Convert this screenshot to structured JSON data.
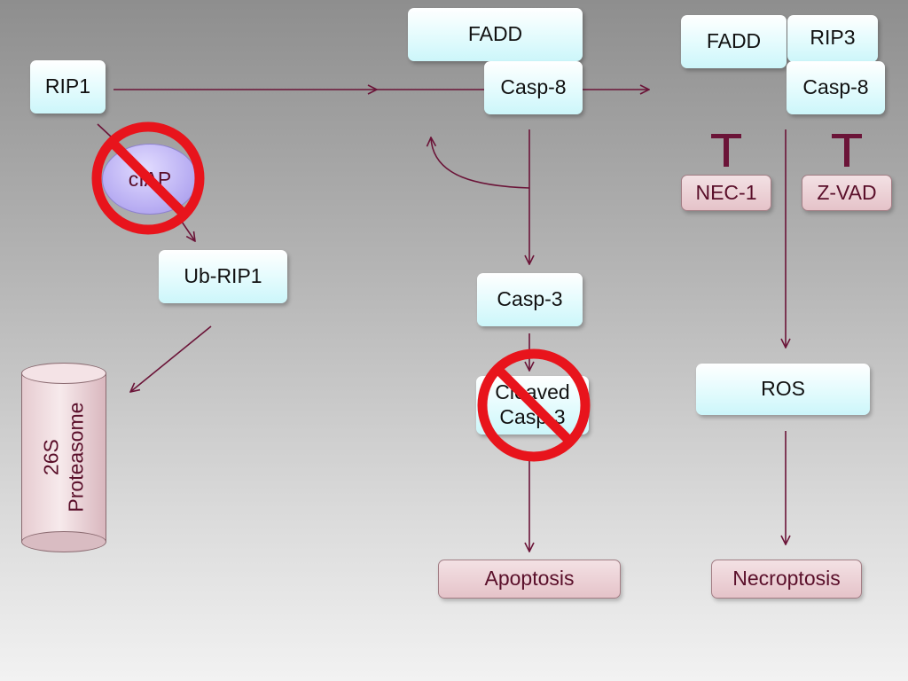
{
  "nodes": {
    "rip1": "RIP1",
    "ciap": "cIAP",
    "ub_rip1": "Ub-RIP1",
    "proteasome_line1": "26S",
    "proteasome_line2": "Proteasome",
    "fadd_center": "FADD",
    "casp8_center": "Casp-8",
    "casp3": "Casp-3",
    "cleaved_line1": "Cleaved",
    "cleaved_line2": "Casp-3",
    "apoptosis": "Apoptosis",
    "fadd_right": "FADD",
    "rip3": "RIP3",
    "casp8_right": "Casp-8",
    "nec1": "NEC-1",
    "zvad": "Z-VAD",
    "ros": "ROS",
    "necroptosis": "Necroptosis"
  },
  "colors": {
    "arrow": "#6b1438",
    "prohibition": "#e8141c",
    "pathway_box": "#ccf6fa",
    "outcome_box": "#e5c3c9",
    "ciap_ellipse": "#b7acf2"
  },
  "icons": [
    "prohibition-icon",
    "inhibition-t-bar-icon"
  ]
}
